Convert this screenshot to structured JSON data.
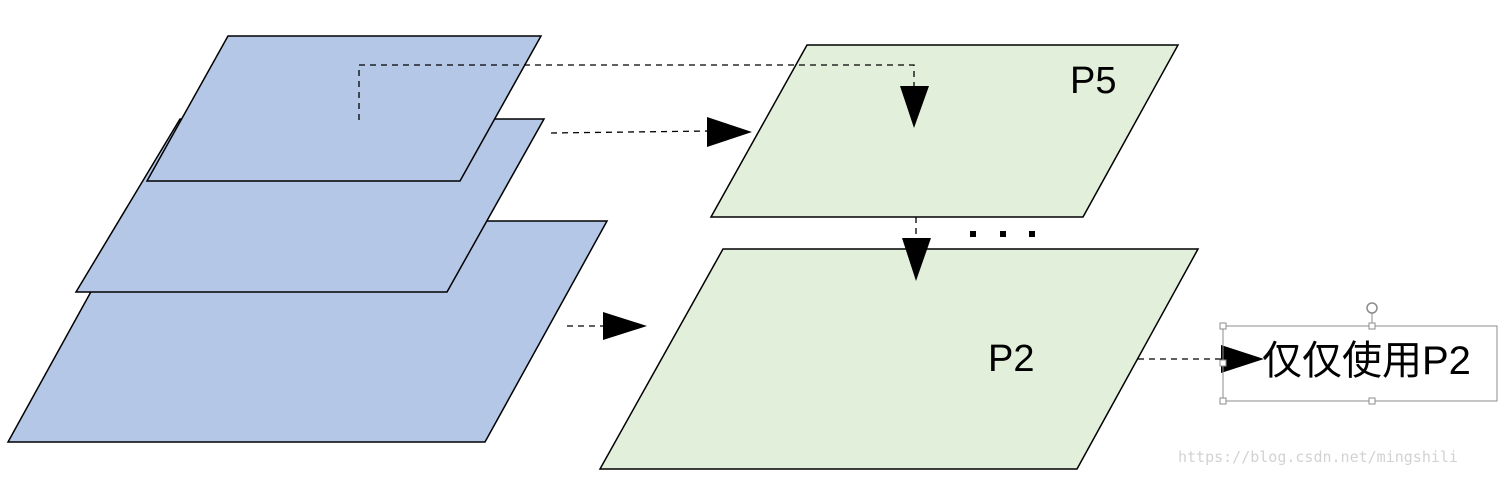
{
  "diagram": {
    "top_layer_label": "P5",
    "bottom_layer_label": "P2",
    "ellipsis": "...",
    "callout_text": "仅仅使用P2",
    "colors": {
      "backbone_layers": "#b4c7e7",
      "pyramid_layers": "#e2efda",
      "edges": "#000000"
    }
  },
  "watermark": {
    "text": "https://blog.csdn.net/mingshili"
  }
}
